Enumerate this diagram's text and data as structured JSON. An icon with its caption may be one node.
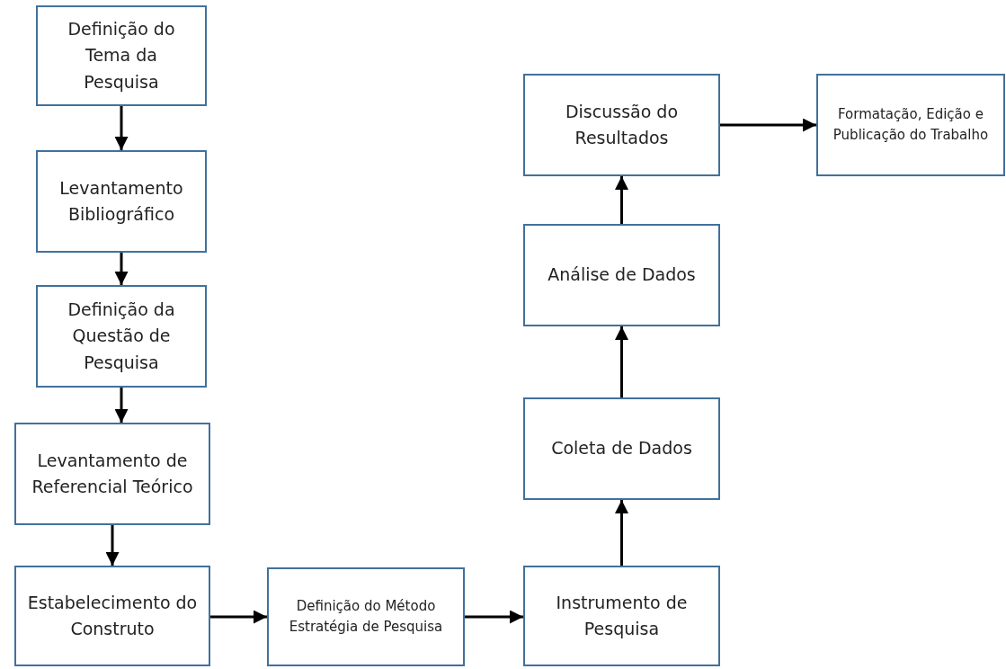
{
  "diagram": {
    "nodes": [
      {
        "text": [
          "Definição do Tema da Pesquisa"
        ]
      },
      {
        "text": [
          "Levantamento Bibliográfico"
        ]
      },
      {
        "text": [
          "Definição da Questão de Pesquisa"
        ]
      },
      {
        "text": [
          "Levantamento de Referencial Teórico"
        ]
      },
      {
        "text": [
          "Estabelecimento do Construto"
        ]
      },
      {
        "text": [
          "Definição do Método Estratégia de Pesquisa"
        ]
      },
      {
        "text": [
          "Instrumento de Pesquisa"
        ]
      },
      {
        "text": [
          "Coleta de Dados"
        ]
      },
      {
        "text": [
          "Análise de Dados"
        ]
      },
      {
        "text": [
          "Discussão do Resultados"
        ]
      },
      {
        "text": [
          "Formatação, Edição e Publicação do Trabalho"
        ]
      }
    ],
    "edges": [
      {
        "from": 0,
        "to": 1,
        "arrow": "to"
      },
      {
        "from": 1,
        "to": 2,
        "arrow": "to"
      },
      {
        "from": 2,
        "to": 3,
        "arrow": "to"
      },
      {
        "from": 3,
        "to": 4,
        "arrow": "to"
      },
      {
        "from": 4,
        "to": 5,
        "arrow": "to"
      },
      {
        "from": 5,
        "to": 6,
        "arrow": "to"
      },
      {
        "from": 6,
        "to": 7,
        "arrow": "to"
      },
      {
        "from": 7,
        "to": 8,
        "arrow": "to"
      },
      {
        "from": 8,
        "to": 9,
        "arrow": "to"
      },
      {
        "from": 9,
        "to": 10,
        "arrow": "to"
      }
    ]
  }
}
